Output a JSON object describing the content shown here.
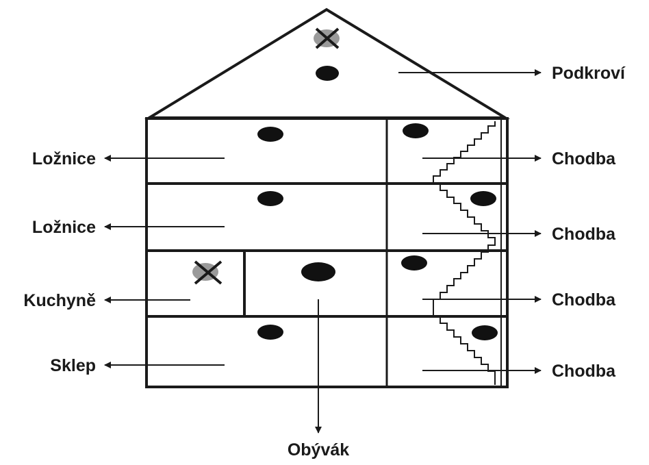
{
  "labels": {
    "attic": "Podkroví",
    "bedroom_1": "Ložnice",
    "bedroom_2": "Ložnice",
    "kitchen": "Kuchyně",
    "basement": "Sklep",
    "hallway_1": "Chodba",
    "hallway_2": "Chodba",
    "hallway_3": "Chodba",
    "hallway_4": "Chodba",
    "living_room": "Obývák"
  },
  "colors": {
    "line": "#1a1a1a",
    "detector_not_recommended_fill": "#9a9a9a"
  }
}
